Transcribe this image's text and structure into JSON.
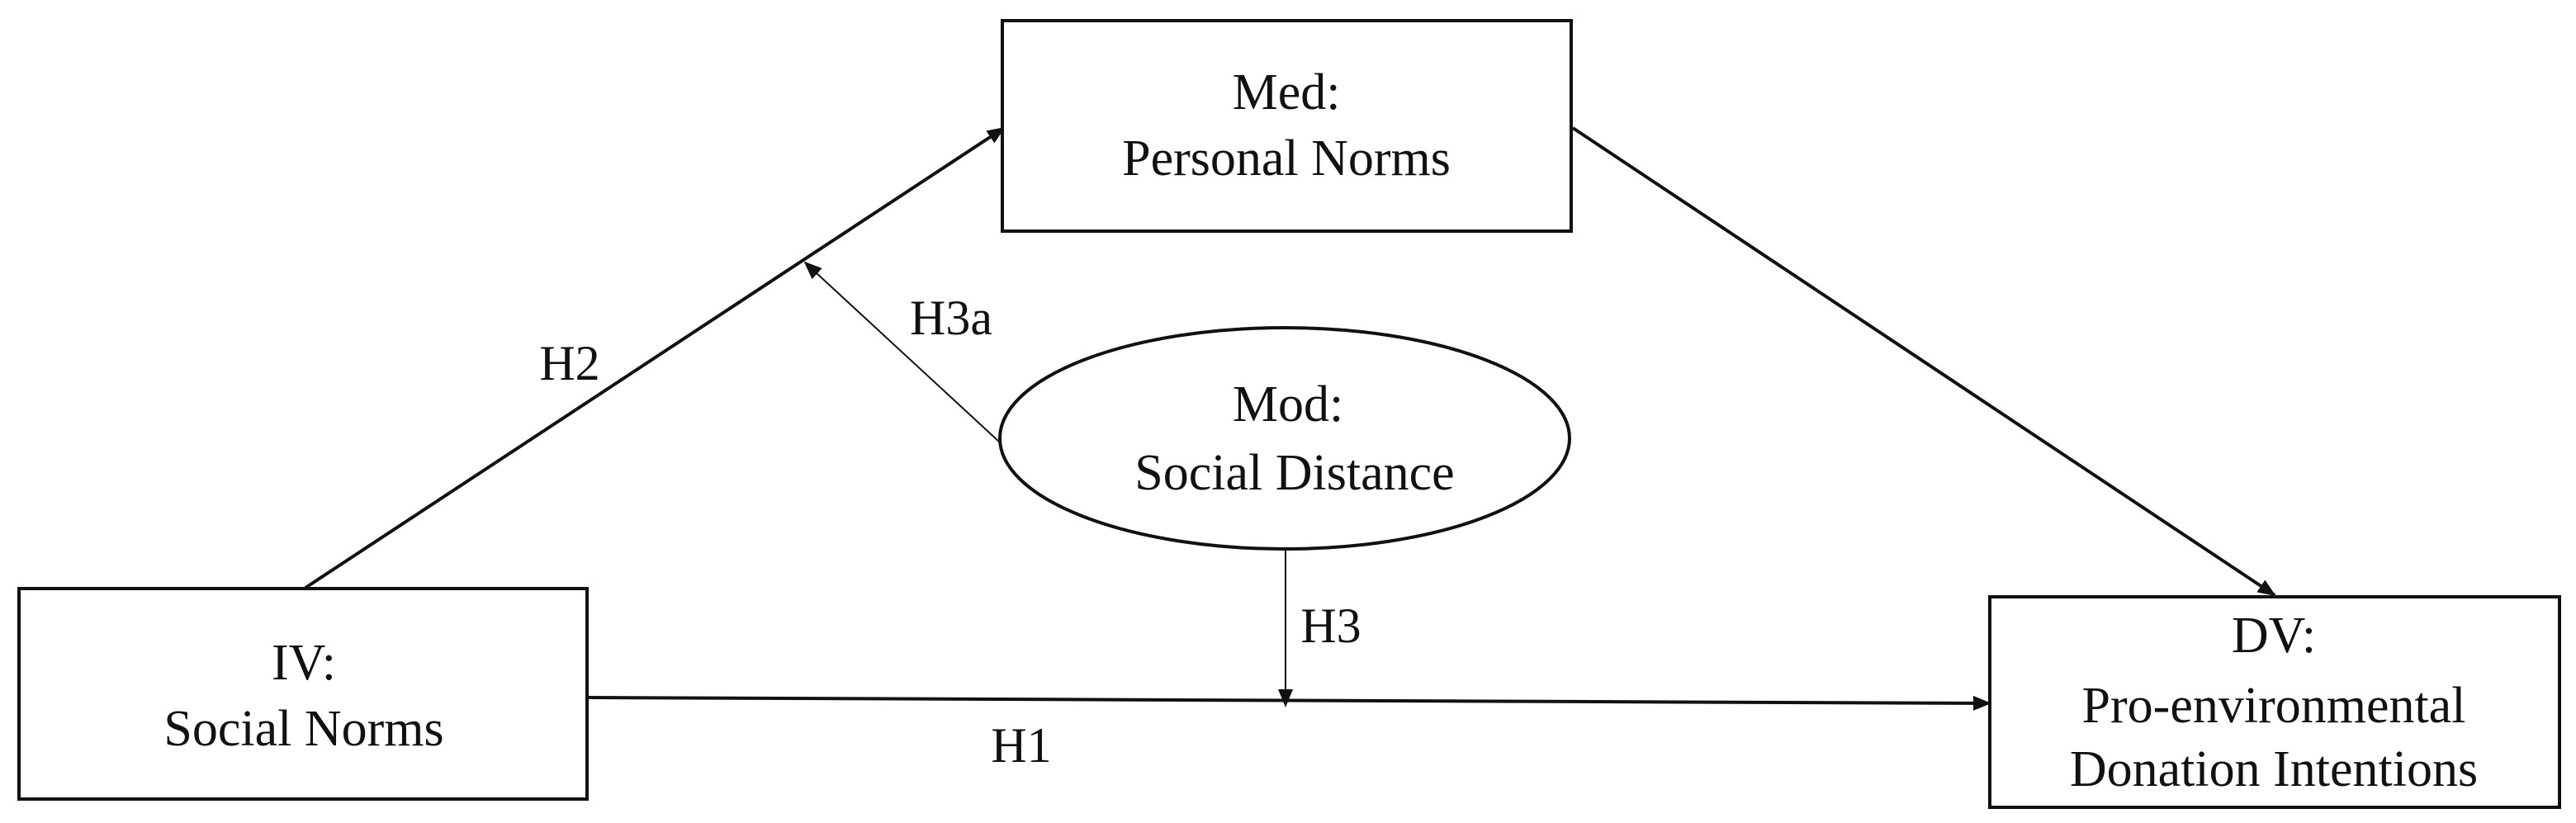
{
  "nodes": {
    "mediator": {
      "line1": "Med:",
      "line2": "Personal Norms"
    },
    "moderator": {
      "line1": "Mod:",
      "line2": "Social Distance"
    },
    "independent": {
      "line1": "IV:",
      "line2": "Social Norms"
    },
    "dependent": {
      "line1": "DV:",
      "line2": "Pro-environmental",
      "line3": "Donation Intentions"
    }
  },
  "edges": {
    "h1": "H1",
    "h2": "H2",
    "h3": "H3",
    "h3a": "H3a"
  },
  "colors": {
    "stroke": "#111111",
    "background": "#ffffff"
  }
}
